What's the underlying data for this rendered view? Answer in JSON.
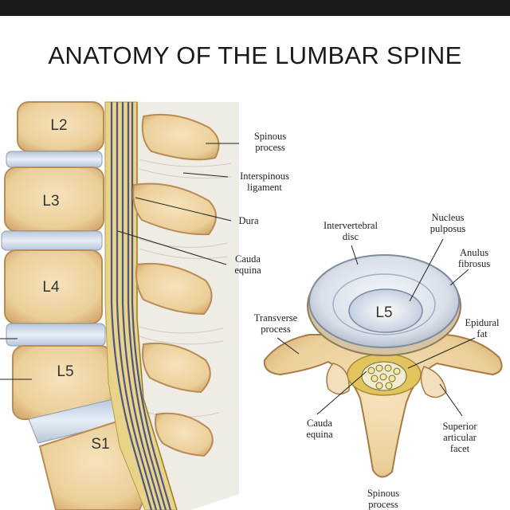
{
  "title": "ANATOMY OF THE LUMBAR SPINE",
  "sagittal": {
    "vertebrae": [
      "L2",
      "L3",
      "L4",
      "L5",
      "S1"
    ],
    "labels": {
      "spinous_process": [
        "Spinous",
        "process"
      ],
      "interspinous_ligament": [
        "Interspinous",
        "ligament"
      ],
      "dura": [
        "Dura"
      ],
      "cauda_equina": [
        "Cauda",
        "equina"
      ]
    }
  },
  "axial": {
    "vertebra": "L5",
    "labels": {
      "intervertebral_disc": [
        "Intervertebral",
        "disc"
      ],
      "nucleus_pulposus": [
        "Nucleus",
        "pulposus"
      ],
      "anulus_fibrosus": [
        "Anulus",
        "fibrosus"
      ],
      "transverse_process": [
        "Transverse",
        "process"
      ],
      "epidural_fat": [
        "Epidural",
        "fat"
      ],
      "cauda_equina": [
        "Cauda",
        "equina"
      ],
      "superior_articular_facet": [
        "Superior",
        "articular",
        "facet"
      ],
      "spinous_process": [
        "Spinous",
        "process"
      ]
    }
  },
  "colors": {
    "bone": "#eed5a6",
    "bone_edge": "#b98b55",
    "disc": "#cfd9e6",
    "ligament": "#ece8e2",
    "nerve": "#5a5f8c",
    "fat": "#e3c964",
    "leader": "#222222"
  }
}
